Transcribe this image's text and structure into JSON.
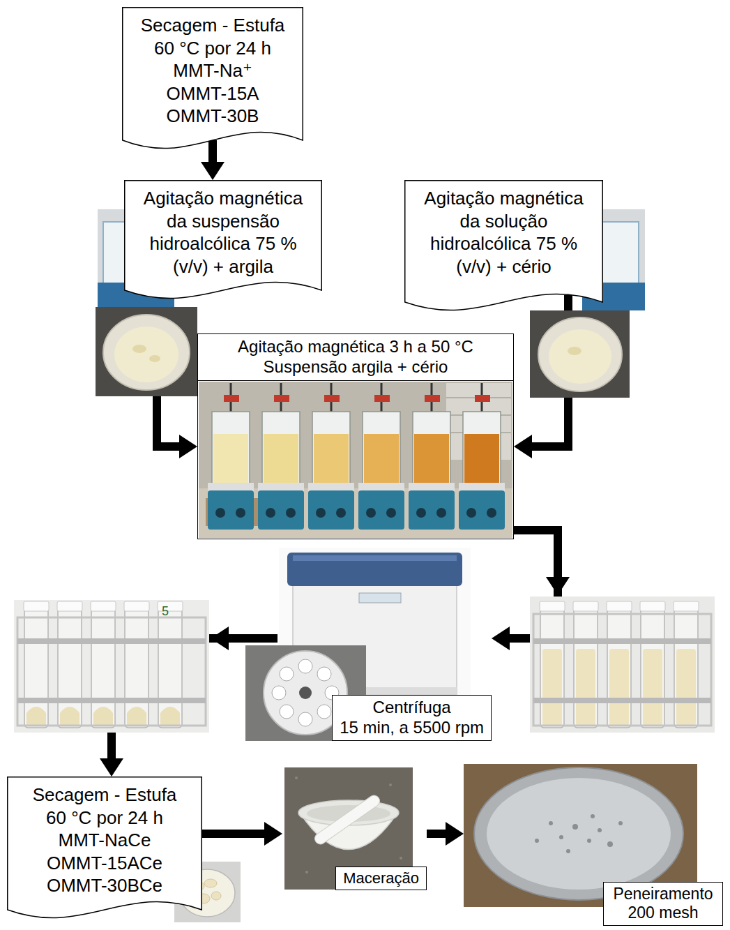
{
  "diagram": {
    "nodes": [
      {
        "text": [
          "Secagem - Estufa 60 °C por 24 h",
          "MMT-Na⁺",
          "OMMT-15A",
          "OMMT-30B"
        ]
      },
      {
        "text": [
          "Agitação magnética da suspensão hidroalcólica 75 % (v/v) + argila"
        ]
      },
      {
        "text": [
          "Agitação magnética da solução hidroalcólica 75 % (v/v) + cério"
        ]
      },
      {
        "text": [
          "Agitação magnética 3 h a 50 °C",
          "Suspensão argila + cério"
        ]
      },
      {
        "text": [
          "Centrífuga",
          "15 min, a 5500 rpm"
        ]
      },
      {
        "text": [
          "Secagem - Estufa 60 °C por 24 h",
          "MMT-NaCe",
          "OMMT-15ACe",
          "OMMT-30BCe"
        ]
      },
      {
        "text": [
          "Maceração"
        ]
      },
      {
        "text": [
          "Peneiramento 200 mesh"
        ]
      }
    ],
    "edges": [
      {
        "from": 0,
        "to": 1,
        "arrow": "to"
      },
      {
        "from": 1,
        "to": 3,
        "arrow": "to"
      },
      {
        "from": 2,
        "to": 3,
        "arrow": "to"
      },
      {
        "from": 3,
        "to": 4,
        "arrow": "to"
      },
      {
        "from": 4,
        "to": 5,
        "arrow": "to"
      },
      {
        "from": 5,
        "to": 6,
        "arrow": "to"
      },
      {
        "from": 6,
        "to": 7,
        "arrow": "to"
      }
    ],
    "labels": [
      "5"
    ]
  }
}
